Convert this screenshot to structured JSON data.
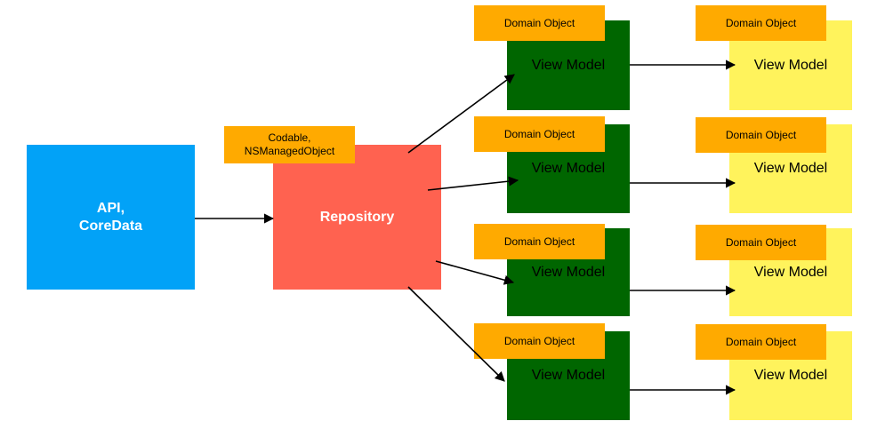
{
  "source": {
    "label": "API,\nCoreData",
    "color": "#02a2f7"
  },
  "repository": {
    "label": "Repository",
    "color": "#ff6250",
    "types_label": "Codable,\nNSManagedObject"
  },
  "rows": [
    {
      "domain_label": "Domain Object",
      "vm_label": "View Model",
      "out_domain_label": "Domain Object",
      "out_vm_label": "View Model"
    },
    {
      "domain_label": "Domain Object",
      "vm_label": "View Model",
      "out_domain_label": "Domain Object",
      "out_vm_label": "View Model"
    },
    {
      "domain_label": "Domain Object",
      "vm_label": "View Model",
      "out_domain_label": "Domain Object",
      "out_vm_label": "View Model"
    },
    {
      "domain_label": "Domain Object",
      "vm_label": "View Model",
      "out_domain_label": "Domain Object",
      "out_vm_label": "View Model"
    }
  ],
  "colors": {
    "domain": "#ffaa00",
    "vm_green": "#006600",
    "vm_yellow": "#fff35c",
    "arrow": "#000000"
  }
}
